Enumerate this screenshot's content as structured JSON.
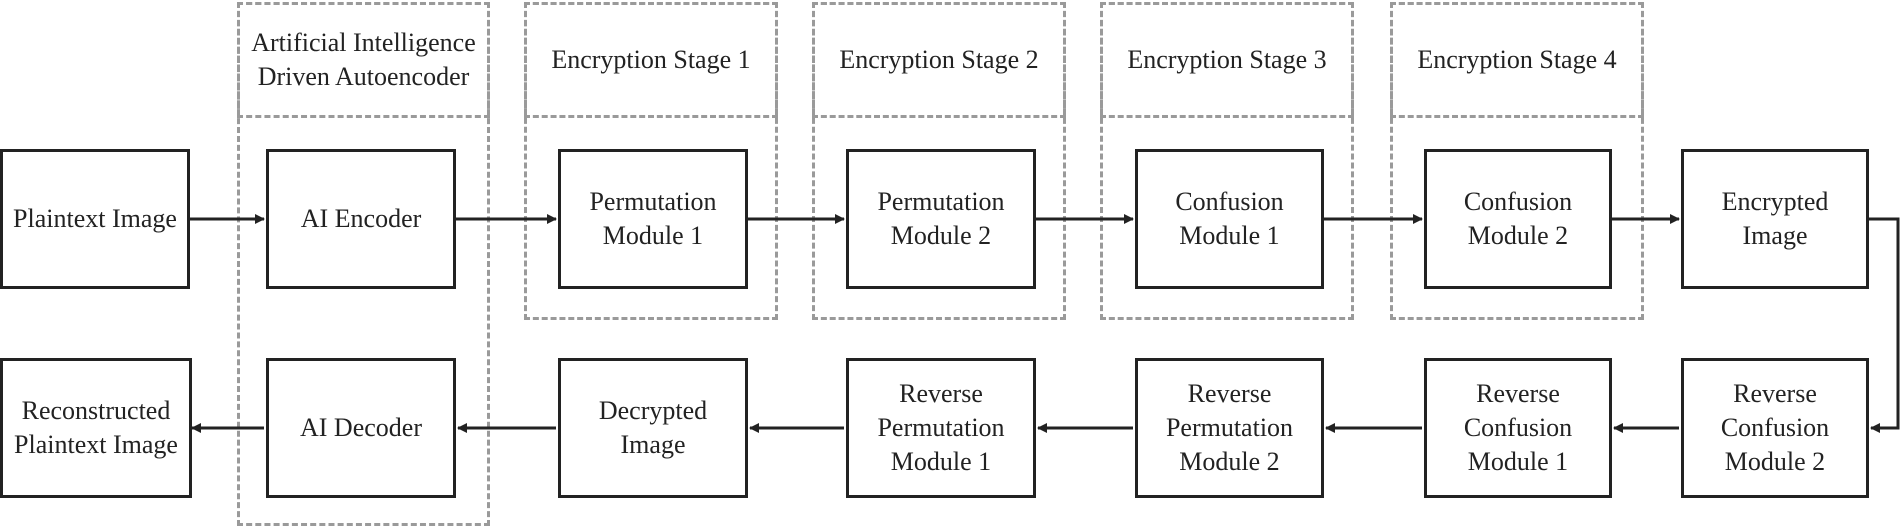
{
  "stroke_color": "#222222",
  "dashed_color": "#9a9a9a",
  "groups": {
    "autoencoder": "Artificial Intelligence Driven Autoencoder",
    "stage1": "Encryption Stage 1",
    "stage2": "Encryption Stage 2",
    "stage3": "Encryption Stage 3",
    "stage4": "Encryption Stage 4"
  },
  "boxes": {
    "plaintext_image": "Plaintext Image",
    "ai_encoder": "AI Encoder",
    "permutation_module_1": "Permutation Module 1",
    "permutation_module_2": "Permutation Module 2",
    "confusion_module_1": "Confusion Module 1",
    "confusion_module_2": "Confusion Module 2",
    "encrypted_image": "Encrypted Image",
    "reconstructed_plaintext_image": "Reconstructed Plaintext Image",
    "ai_decoder": "AI Decoder",
    "decrypted_image": "Decrypted Image",
    "reverse_permutation_module_1": "Reverse Permutation Module 1",
    "reverse_permutation_module_2": "Reverse Permutation Module 2",
    "reverse_confusion_module_1": "Reverse Confusion Module 1",
    "reverse_confusion_module_2": "Reverse Confusion Module 2"
  }
}
